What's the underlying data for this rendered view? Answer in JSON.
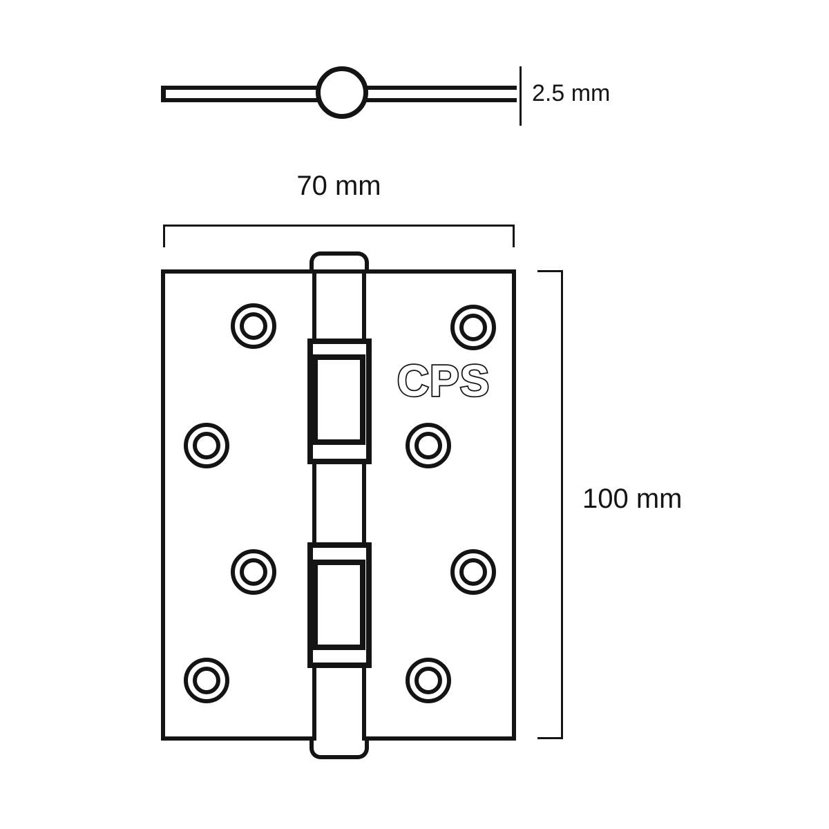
{
  "drawing": {
    "title": "door hinge technical drawing",
    "brand": "CPS",
    "dimensions": {
      "width_label": "70 mm",
      "height_label": "100 mm",
      "thickness_label": "2.5 mm"
    },
    "screw_hole_count": 8,
    "bearing_count": 2,
    "colors": {
      "line": "#141414",
      "background": "#ffffff",
      "brand_fill": "#ffffff"
    }
  }
}
